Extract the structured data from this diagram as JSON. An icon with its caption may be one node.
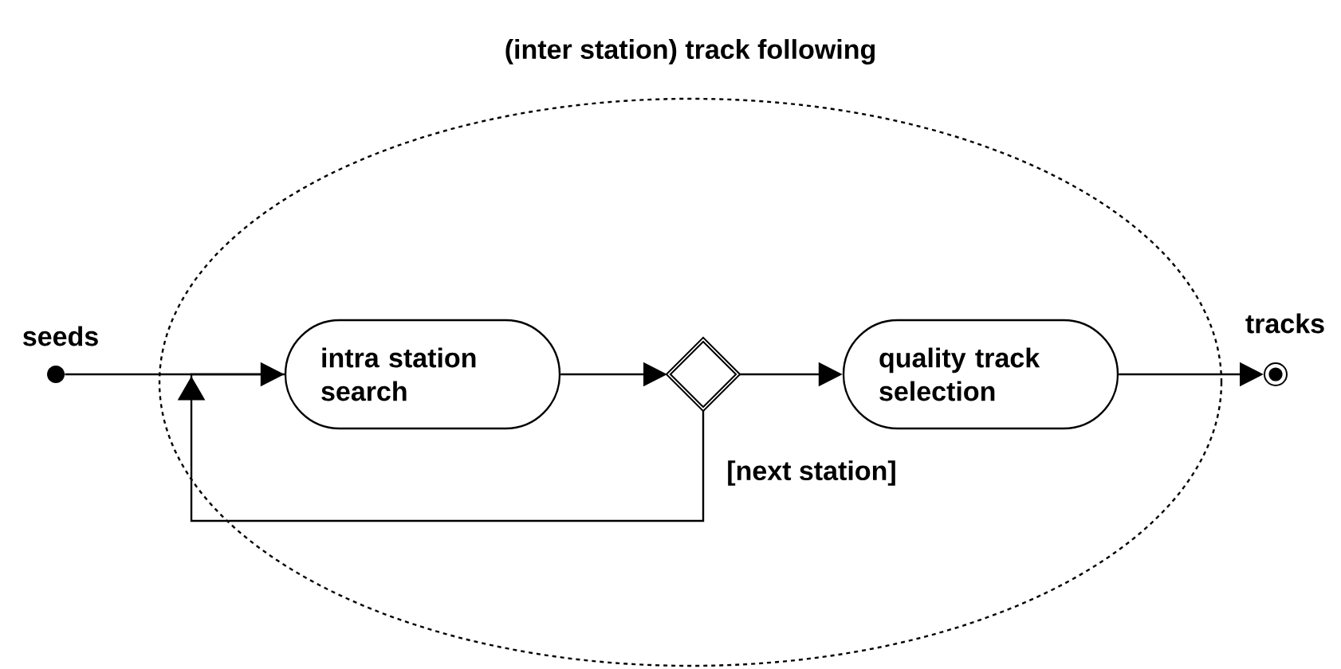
{
  "diagram": {
    "nodes": [
      {
        "text": [
          "(inter station) track following"
        ]
      },
      {
        "text": [],
        "shape": "circle",
        "beside": [
          "seeds"
        ]
      },
      {
        "text": [
          "intra station search"
        ],
        "in": 0
      },
      {
        "text": [],
        "shape": "diamond",
        "in": 0
      },
      {
        "text": [
          "quality track selection"
        ],
        "in": 0
      },
      {
        "text": [],
        "shape": "circle",
        "beside": [
          "tracks"
        ]
      }
    ],
    "edges": [
      {
        "from": 1,
        "to": 2,
        "arrow": "to"
      },
      {
        "from": 2,
        "to": 3,
        "arrow": "to"
      },
      {
        "from": 3,
        "to": 4,
        "arrow": "to"
      },
      {
        "from": 4,
        "to": 5,
        "arrow": "to"
      },
      {
        "from": 3,
        "to": 2,
        "arrow": "to",
        "label": "[next station]"
      }
    ]
  }
}
